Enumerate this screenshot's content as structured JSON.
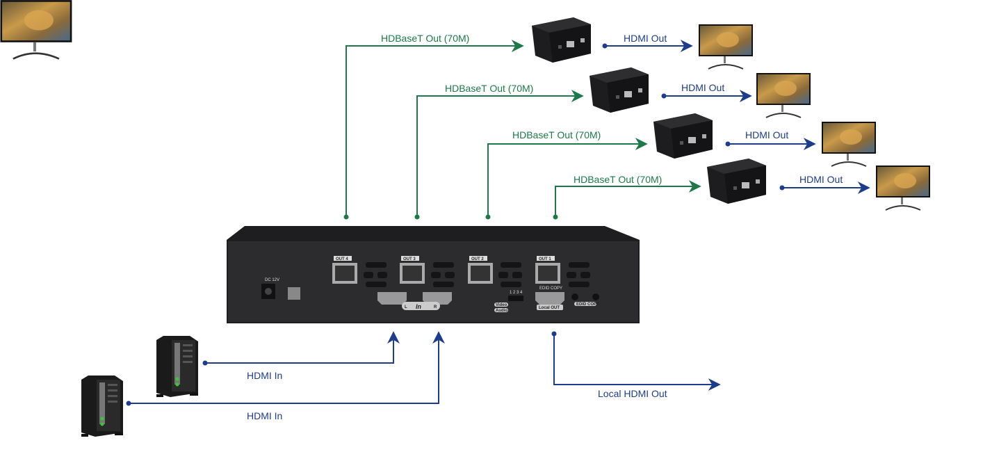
{
  "colors": {
    "hdbaset": "#1b7a48",
    "hdmi": "#1c3c8c",
    "device": "#2a2a2c"
  },
  "links": {
    "hdbaset_out": [
      "HDBaseT Out (70M)",
      "HDBaseT Out (70M)",
      "HDBaseT Out (70M)",
      "HDBaseT Out (70M)"
    ],
    "hdmi_out": [
      "HDMI Out",
      "HDMI Out",
      "HDMI Out",
      "HDMI Out"
    ],
    "hdmi_in": [
      "HDMI In",
      "HDMI In"
    ],
    "local_out": "Local HDMI Out"
  },
  "device": {
    "ports": [
      "OUT 4",
      "OUT 3",
      "OUT 2",
      "OUT 1"
    ],
    "dc": "DC 12V",
    "in": "In",
    "in_l": "L",
    "in_r": "R",
    "dip_numbers": "1 2 3 4",
    "video": "Video",
    "audio": "Audio",
    "local_out": "Local OUT",
    "edid_copy": "EDID COPY",
    "edid_copy2": "EDID COPY"
  }
}
